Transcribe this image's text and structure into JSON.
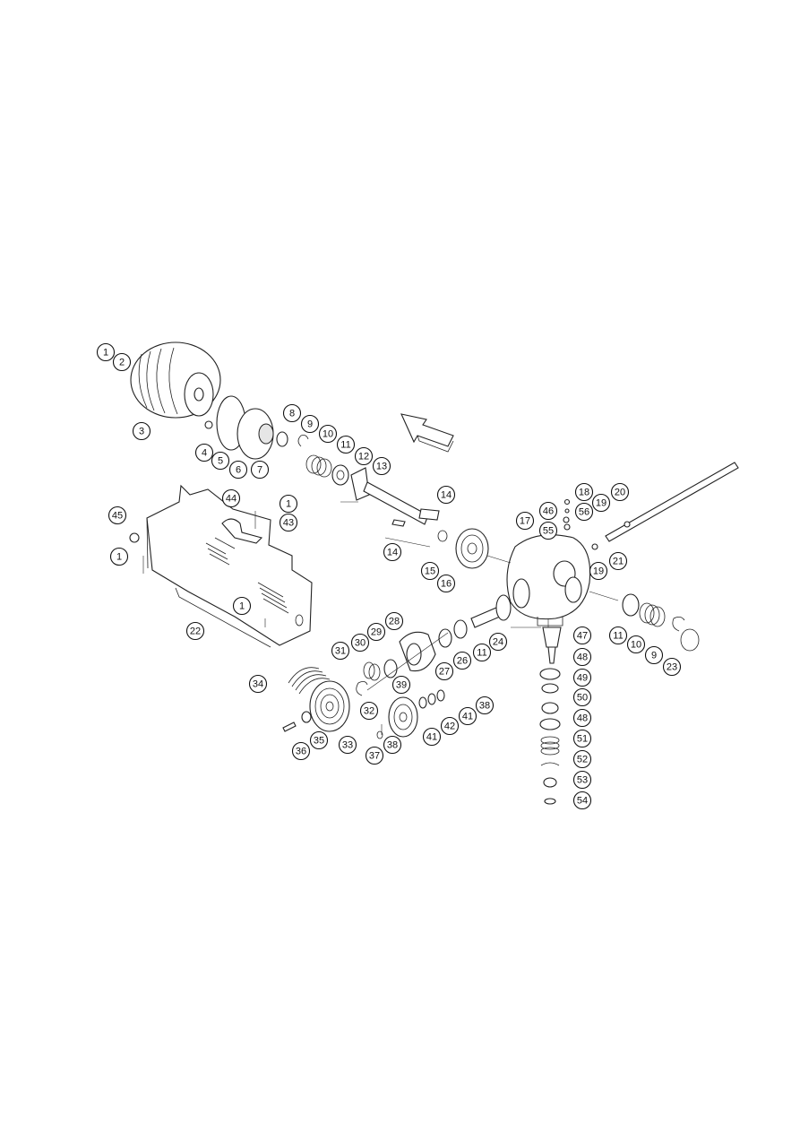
{
  "diagram": {
    "callouts": [
      {
        "id": "c1a",
        "label": "1"
      },
      {
        "id": "c2",
        "label": "2"
      },
      {
        "id": "c3",
        "label": "3"
      },
      {
        "id": "c4",
        "label": "4"
      },
      {
        "id": "c5",
        "label": "5"
      },
      {
        "id": "c6",
        "label": "6"
      },
      {
        "id": "c7",
        "label": "7"
      },
      {
        "id": "c8",
        "label": "8"
      },
      {
        "id": "c9a",
        "label": "9"
      },
      {
        "id": "c10a",
        "label": "10"
      },
      {
        "id": "c11a",
        "label": "11"
      },
      {
        "id": "c12",
        "label": "12"
      },
      {
        "id": "c13",
        "label": "13"
      },
      {
        "id": "c14a",
        "label": "14"
      },
      {
        "id": "c14b",
        "label": "14"
      },
      {
        "id": "c15",
        "label": "15"
      },
      {
        "id": "c16",
        "label": "16"
      },
      {
        "id": "c17",
        "label": "17"
      },
      {
        "id": "c18",
        "label": "18"
      },
      {
        "id": "c19a",
        "label": "19"
      },
      {
        "id": "c20",
        "label": "20"
      },
      {
        "id": "c46",
        "label": "46"
      },
      {
        "id": "c56",
        "label": "56"
      },
      {
        "id": "c55",
        "label": "55"
      },
      {
        "id": "c19b",
        "label": "19"
      },
      {
        "id": "c21",
        "label": "21"
      },
      {
        "id": "c44",
        "label": "44"
      },
      {
        "id": "c1b",
        "label": "1"
      },
      {
        "id": "c43",
        "label": "43"
      },
      {
        "id": "c45",
        "label": "45"
      },
      {
        "id": "c1c",
        "label": "1"
      },
      {
        "id": "c1d",
        "label": "1"
      },
      {
        "id": "c22",
        "label": "22"
      },
      {
        "id": "c28",
        "label": "28"
      },
      {
        "id": "c29",
        "label": "29"
      },
      {
        "id": "c30",
        "label": "30"
      },
      {
        "id": "c31",
        "label": "31"
      },
      {
        "id": "c27",
        "label": "27"
      },
      {
        "id": "c26",
        "label": "26"
      },
      {
        "id": "c11b",
        "label": "11"
      },
      {
        "id": "c24",
        "label": "24"
      },
      {
        "id": "c11c",
        "label": "11"
      },
      {
        "id": "c10b",
        "label": "10"
      },
      {
        "id": "c9b",
        "label": "9"
      },
      {
        "id": "c23",
        "label": "23"
      },
      {
        "id": "c34",
        "label": "34"
      },
      {
        "id": "c39",
        "label": "39"
      },
      {
        "id": "c32",
        "label": "32"
      },
      {
        "id": "c38a",
        "label": "38"
      },
      {
        "id": "c41a",
        "label": "41"
      },
      {
        "id": "c42",
        "label": "42"
      },
      {
        "id": "c41b",
        "label": "41"
      },
      {
        "id": "c35",
        "label": "35"
      },
      {
        "id": "c33",
        "label": "33"
      },
      {
        "id": "c38b",
        "label": "38"
      },
      {
        "id": "c37",
        "label": "37"
      },
      {
        "id": "c36",
        "label": "36"
      },
      {
        "id": "c47",
        "label": "47"
      },
      {
        "id": "c48a",
        "label": "48"
      },
      {
        "id": "c49",
        "label": "49"
      },
      {
        "id": "c50",
        "label": "50"
      },
      {
        "id": "c48b",
        "label": "48"
      },
      {
        "id": "c51",
        "label": "51"
      },
      {
        "id": "c52",
        "label": "52"
      },
      {
        "id": "c53",
        "label": "53"
      },
      {
        "id": "c54",
        "label": "54"
      }
    ]
  }
}
